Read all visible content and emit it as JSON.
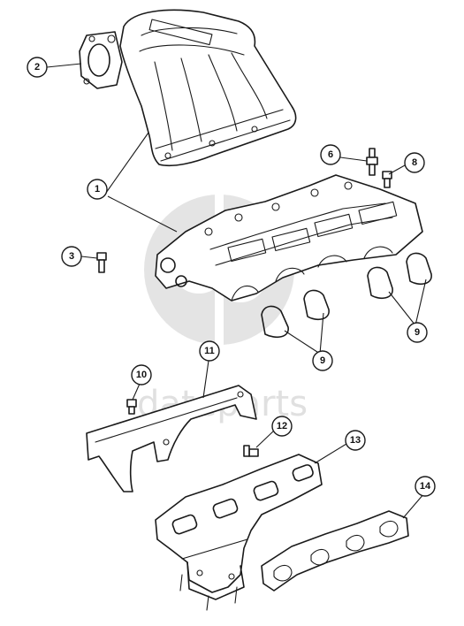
{
  "watermark": {
    "text": "dateparts",
    "color": "#cccccc"
  },
  "callouts": [
    {
      "id": "c1",
      "label": "1"
    },
    {
      "id": "c2",
      "label": "2"
    },
    {
      "id": "c3",
      "label": "3"
    },
    {
      "id": "c6",
      "label": "6"
    },
    {
      "id": "c8",
      "label": "8"
    },
    {
      "id": "c9a",
      "label": "9"
    },
    {
      "id": "c9b",
      "label": "9"
    },
    {
      "id": "c10",
      "label": "10"
    },
    {
      "id": "c11",
      "label": "11"
    },
    {
      "id": "c12",
      "label": "12"
    },
    {
      "id": "c13",
      "label": "13"
    },
    {
      "id": "c14",
      "label": "14"
    }
  ]
}
